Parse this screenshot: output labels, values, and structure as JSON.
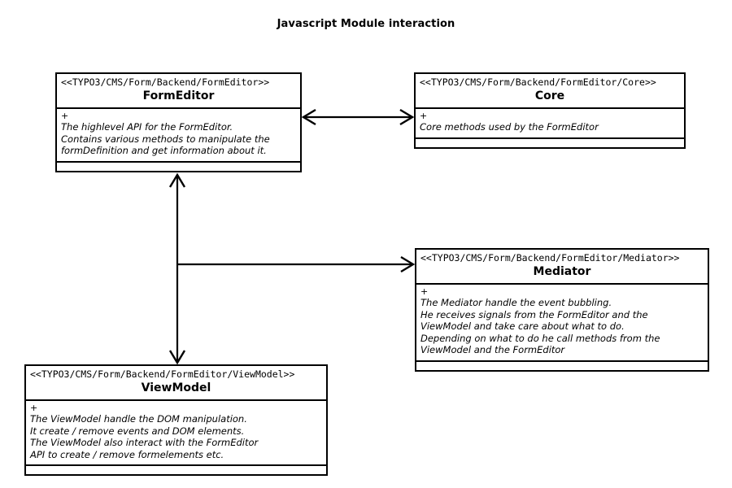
{
  "diagram": {
    "title": "Javascript Module interaction",
    "type": "uml-class-diagram",
    "background_color": "#ffffff",
    "line_color": "#000000",
    "text_color": "#000000"
  },
  "classes": [
    {
      "id": "formeditor",
      "stereotype": "<<TYPO3/CMS/Form/Backend/FormEditor>>",
      "name": "FormEditor",
      "visibility": "+",
      "description": [
        "The highlevel API for the FormEditor.",
        "Contains various methods to manipulate the",
        "formDefinition and get information about it."
      ]
    },
    {
      "id": "core",
      "stereotype": "<<TYPO3/CMS/Form/Backend/FormEditor/Core>>",
      "name": "Core",
      "visibility": "+",
      "description": [
        "Core methods used by the FormEditor"
      ]
    },
    {
      "id": "mediator",
      "stereotype": "<<TYPO3/CMS/Form/Backend/FormEditor/Mediator>>",
      "name": "Mediator",
      "visibility": "+",
      "description": [
        "The Mediator handle the event bubbling.",
        "He receives signals from the FormEditor and the",
        "ViewModel and take care about what to do.",
        "Depending on what to do he call methods from the",
        "ViewModel and the FormEditor"
      ]
    },
    {
      "id": "viewmodel",
      "stereotype": "<<TYPO3/CMS/Form/Backend/FormEditor/ViewModel>>",
      "name": "ViewModel",
      "visibility": "+",
      "description": [
        "The ViewModel handle the DOM manipulation.",
        "It create / remove events and DOM elements.",
        "The ViewModel also interact with the FormEditor",
        "API to create / remove formelements etc."
      ]
    }
  ],
  "connections": [
    {
      "id": "formeditor-core",
      "from": "formeditor",
      "to": "core",
      "direction": "bidirectional",
      "label": ""
    },
    {
      "id": "formeditor-viewmodel",
      "from": "formeditor",
      "to": "viewmodel",
      "direction": "bidirectional",
      "label": ""
    },
    {
      "id": "formeditor-viewmodel-mediator",
      "from": "formeditor-viewmodel",
      "to": "mediator",
      "direction": "unidirectional",
      "label": ""
    }
  ]
}
